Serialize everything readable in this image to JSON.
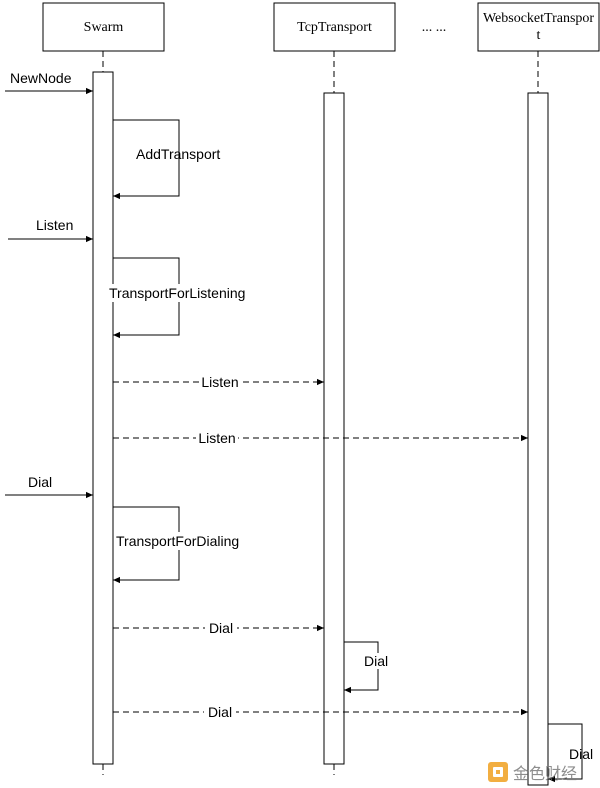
{
  "participants": [
    {
      "name": "Swarm"
    },
    {
      "name": "TcpTransport"
    },
    {
      "name": "... ..."
    },
    {
      "name_line1": "WebsocketTranspor",
      "name_line2": "t"
    }
  ],
  "messages": {
    "newnode": "NewNode",
    "addtransport": "AddTransport",
    "listen_in": "Listen",
    "transport_for_listening": "TransportForListening",
    "listen_tcp": "Listen",
    "listen_ws": "Listen",
    "dial_in": "Dial",
    "transport_for_dialing": "TransportForDialing",
    "dial_tcp": "Dial",
    "dial_tcp_self": "Dial",
    "dial_ws": "Dial",
    "dial_ws_self": "Dial"
  },
  "watermark": "金色财经",
  "colors": {
    "line": "#000000",
    "box_fill": "#ffffff",
    "watermark": "#f0a020"
  }
}
